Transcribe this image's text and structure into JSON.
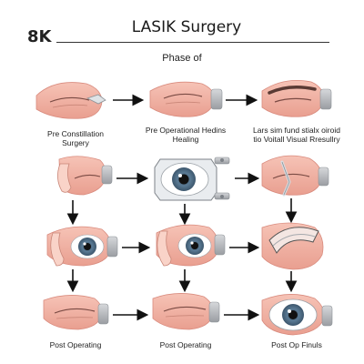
{
  "header": {
    "tag": "8K",
    "title": "LASIK Surgery",
    "subtitle": "Phase of"
  },
  "labels": {
    "r1c1": "Pre Constillation Surgery",
    "r1c2": "Pre Operational Hedins Healing",
    "r1c3": "Lars sim fund stialx oiroid tio Voitall Visual Rresullry",
    "r4c1": "Post Operating",
    "r4c2": "Post Operating",
    "r4c3": "Post Op Finuls"
  },
  "colors": {
    "skin": "#f3b1a3",
    "skin_dark": "#d98b7e",
    "clamp": "#b9bcc0",
    "iris": "#4e6b84",
    "arrow": "#111111"
  }
}
